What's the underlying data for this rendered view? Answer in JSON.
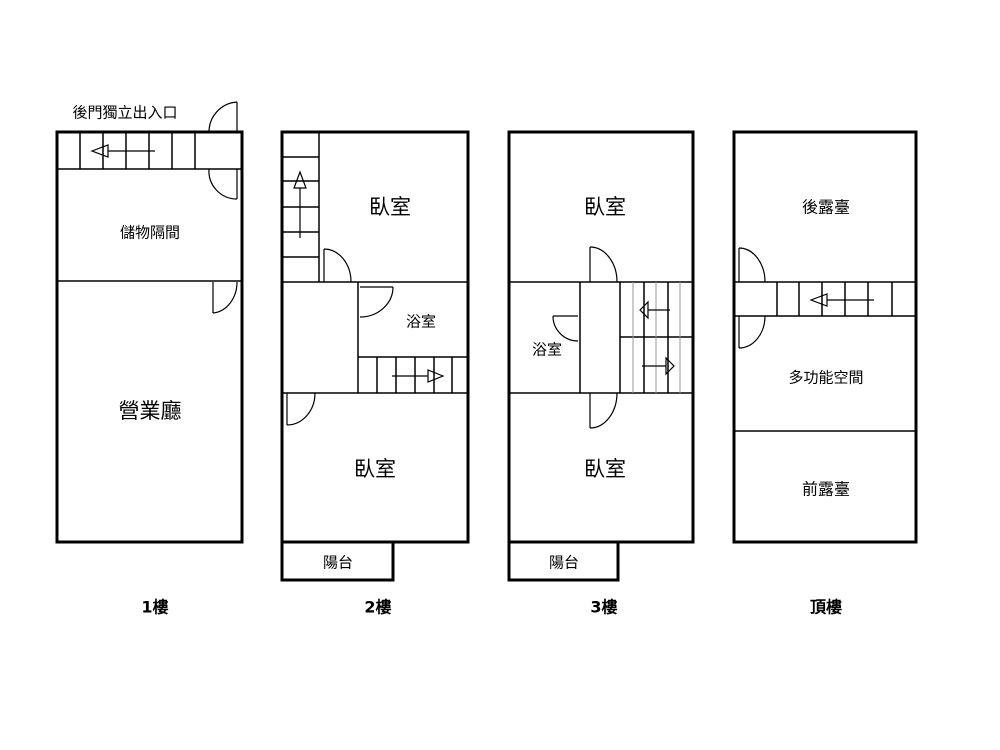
{
  "floors": [
    {
      "label": "1樓",
      "entrance": "後門獨立出入口",
      "rooms": [
        "儲物隔間",
        "營業廳"
      ]
    },
    {
      "label": "2樓",
      "rooms": [
        "臥室",
        "浴室",
        "臥室",
        "陽台"
      ]
    },
    {
      "label": "3樓",
      "rooms": [
        "臥室",
        "浴室",
        "臥室",
        "陽台"
      ]
    },
    {
      "label": "頂樓",
      "rooms": [
        "後露臺",
        "多功能空間",
        "前露臺"
      ]
    }
  ]
}
